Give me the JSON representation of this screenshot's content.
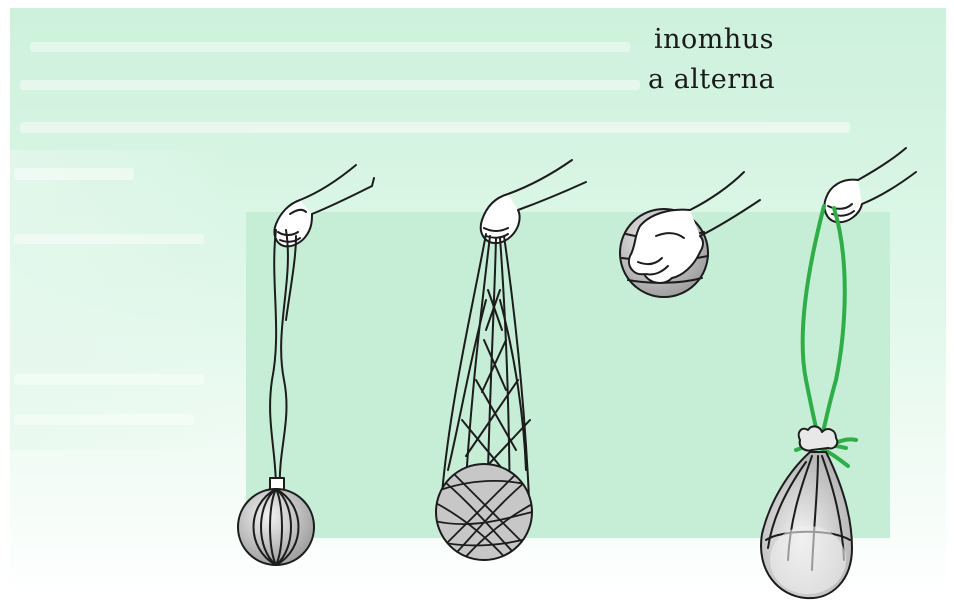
{
  "captions": {
    "line1": "inomhus",
    "line2": "a alterna"
  },
  "colors": {
    "background_top": "#d4f3e1",
    "background_panel": "#c8efd9",
    "line": "#1c1c1c",
    "green_cord": "#35b44a",
    "ball_fill": "#d8d8d8"
  },
  "illustrations": [
    {
      "name": "ball-on-cord",
      "icon": "hand-holding-cord-icon"
    },
    {
      "name": "ball-in-net",
      "icon": "hand-holding-net-icon"
    },
    {
      "name": "ball-in-hand",
      "icon": "hand-holding-ball-icon"
    },
    {
      "name": "ball-in-bag",
      "icon": "hand-holding-bag-icon"
    }
  ]
}
